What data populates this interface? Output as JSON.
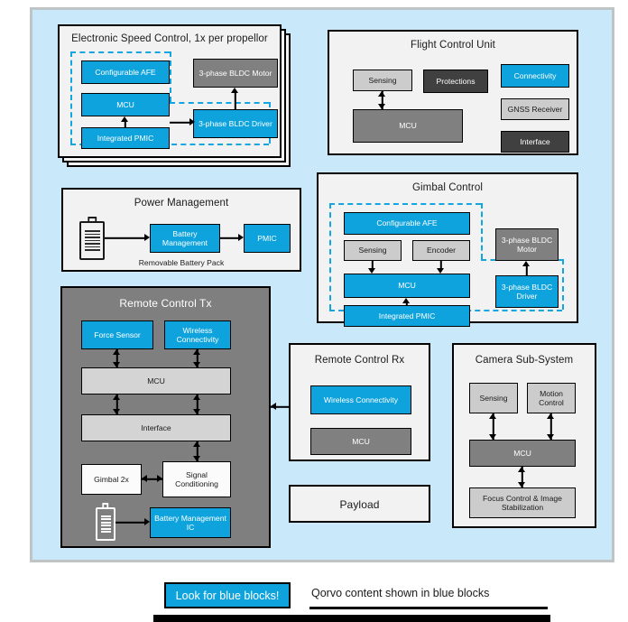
{
  "esc": {
    "title": "Electronic Speed Control, 1x per propellor",
    "blocks": {
      "afe": "Configurable AFE",
      "mcu": "MCU",
      "pmic": "Integrated PMIC",
      "motor": "3-phase BLDC Motor",
      "driver": "3-phase BLDC Driver"
    }
  },
  "fcu": {
    "title": "Flight Control Unit",
    "blocks": {
      "sensing": "Sensing",
      "protections": "Protections",
      "connectivity": "Connectivity",
      "mcu": "MCU",
      "gnss": "GNSS Receiver",
      "interface": "Interface"
    }
  },
  "power": {
    "title": "Power Management",
    "caption": "Removable Battery Pack",
    "blocks": {
      "battery_mgmt": "Battery Management",
      "pmic": "PMIC"
    }
  },
  "gimbal": {
    "title": "Gimbal Control",
    "blocks": {
      "afe": "Configurable AFE",
      "sensing": "Sensing",
      "encoder": "Encoder",
      "mcu": "MCU",
      "pmic": "Integrated PMIC",
      "motor": "3-phase BLDC Motor",
      "driver": "3-phase BLDC Driver"
    }
  },
  "tx": {
    "title": "Remote Control Tx",
    "blocks": {
      "force_sensor": "Force Sensor",
      "wireless": "Wireless Connectivity",
      "mcu": "MCU",
      "interface": "Interface",
      "gimbal2x": "Gimbal 2x",
      "signal_cond": "Signal Conditioning",
      "battery_ic": "Battery Management IC"
    }
  },
  "rx": {
    "title": "Remote Control Rx",
    "blocks": {
      "wireless": "Wireless Connectivity",
      "mcu": "MCU"
    }
  },
  "payload": {
    "title": "Payload"
  },
  "camera": {
    "title": "Camera Sub-System",
    "blocks": {
      "sensing": "Sensing",
      "motion": "Motion Control",
      "mcu": "MCU",
      "focus": "Focus Control & Image Stabilization"
    }
  },
  "legend": {
    "swatch_label": "Look for blue blocks!",
    "text": "Qorvo content shown in blue blocks"
  },
  "colors": {
    "qorvo_blue": "#0fa3dd",
    "canvas_blue": "#c9e9fb",
    "panel_gray": "#f2f2f2",
    "tx_panel_gray": "#7f7f7f",
    "block_light_gray": "#cccccc",
    "block_mid_gray": "#808080",
    "block_dark_gray": "#404040"
  }
}
